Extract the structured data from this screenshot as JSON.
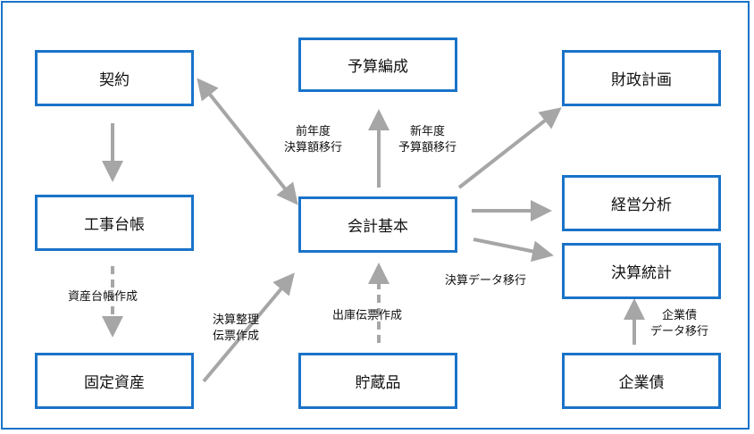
{
  "colors": {
    "box_border": "#1a73c8",
    "arrow": "#a6a6a6",
    "text": "#111111"
  },
  "nodes": {
    "contract": "契約",
    "budget": "予算編成",
    "finance_plan": "財政計画",
    "construction_ledger": "工事台帳",
    "accounting_base": "会計基本",
    "management_analysis": "経営分析",
    "settlement_stats": "決算統計",
    "fixed_assets": "固定資産",
    "stored_goods": "貯蔵品",
    "corporate_bonds": "企業債"
  },
  "labels": {
    "prev_year": [
      "前年度",
      "決算額移行"
    ],
    "new_year": [
      "新年度",
      "予算額移行"
    ],
    "asset_ledger": "資産台帳作成",
    "settlement_data": "決算データ移行",
    "settlement_adjust": [
      "決算整理",
      "伝票作成"
    ],
    "issue_slip": "出庫伝票作成",
    "bond_data": [
      "企業債",
      "データ移行"
    ]
  }
}
